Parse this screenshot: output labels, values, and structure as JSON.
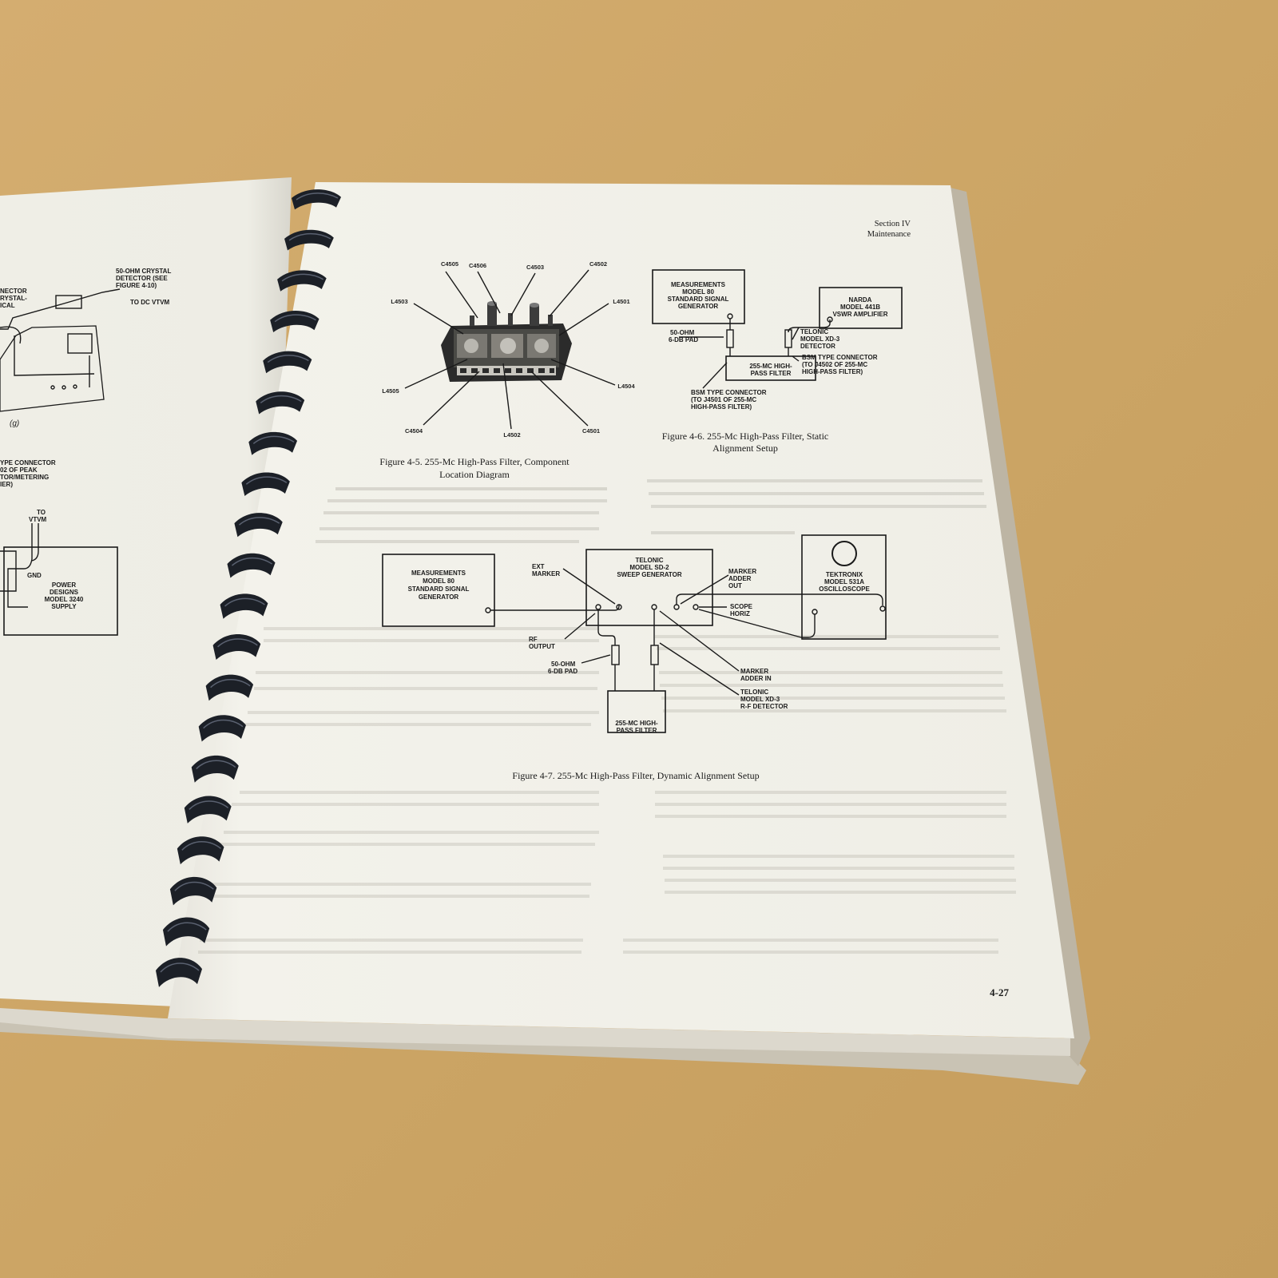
{
  "scene": {
    "table_color": "#cfa768",
    "page_color": "#f2f1ea",
    "binding_color": "#1c2027"
  },
  "header": {
    "section": "Section IV",
    "title": "Maintenance"
  },
  "page_number": "4-27",
  "figure_4_5": {
    "caption_line1": "Figure 4-5. 255-Mc High-Pass Filter, Component",
    "caption_line2": "Location Diagram",
    "labels": {
      "c4505": "C4505",
      "c4506": "C4506",
      "c4503": "C4503",
      "c4502": "C4502",
      "l4503": "L4503",
      "l4501": "L4501",
      "l4505": "L4505",
      "l4504": "L4504",
      "c4504": "C4504",
      "l4502": "L4502",
      "c4501": "C4501"
    }
  },
  "figure_4_6": {
    "caption_line1": "Figure 4-6. 255-Mc High-Pass Filter, Static",
    "caption_line2": "Alignment Setup",
    "generator": [
      "MEASUREMENTS",
      "MODEL 80",
      "STANDARD SIGNAL",
      "GENERATOR"
    ],
    "amplifier": [
      "NARDA",
      "MODEL 441B",
      "VSWR AMPLIFIER"
    ],
    "pad": [
      "50-OHM",
      "6-DB PAD"
    ],
    "detector": [
      "TELONIC",
      "MODEL XD-3",
      "DETECTOR"
    ],
    "connector_right": [
      "BSM TYPE CONNECTOR",
      "(TO J4502 OF 255-MC",
      "HIGH-PASS FILTER)"
    ],
    "filter": [
      "255-MC HIGH-",
      "PASS FILTER"
    ],
    "connector_left": [
      "BSM TYPE CONNECTOR",
      "(TO J4501 OF 255-MC",
      "HIGH-PASS FILTER)"
    ]
  },
  "figure_4_7": {
    "caption": "Figure 4-7. 255-Mc High-Pass Filter, Dynamic Alignment Setup",
    "generator": [
      "MEASUREMENTS",
      "MODEL 80",
      "STANDARD SIGNAL",
      "GENERATOR"
    ],
    "sweeper": [
      "TELONIC",
      "MODEL SD-2",
      "SWEEP GENERATOR"
    ],
    "scope": [
      "TEKTRONIX",
      "MODEL 531A",
      "OSCILLOSCOPE"
    ],
    "ext_marker": [
      "EXT",
      "MARKER"
    ],
    "marker_adder_out": [
      "MARKER",
      "ADDER",
      "OUT"
    ],
    "scope_horiz": [
      "SCOPE",
      "HORIZ"
    ],
    "rf_output": [
      "RF",
      "OUTPUT"
    ],
    "pad": [
      "50-OHM",
      "6-DB PAD"
    ],
    "marker_adder_in": [
      "MARKER",
      "ADDER IN"
    ],
    "detector": [
      "TELONIC",
      "MODEL XD-3",
      "R-F DETECTOR"
    ],
    "filter": [
      "255-MC HIGH-",
      "PASS FILTER"
    ]
  },
  "left_page": {
    "crystal": [
      "50-OHM CRYSTAL",
      "DETECTOR (SEE",
      "FIGURE 4-10)"
    ],
    "to_dc_vtvm": "TO DC VTVM",
    "connector_partial": [
      "NECTOR",
      "RYSTAL-",
      "ICAL"
    ],
    "sub_label": "(g)",
    "type_connector": [
      "YPE CONNECTOR",
      "02 OF PEAK",
      "TOR/METERING",
      "IER)"
    ],
    "to": "TO",
    "vtvm": "VTVM",
    "gnd": "GND",
    "supply": [
      "POWER",
      "DESIGNS",
      "MODEL 3240",
      "SUPPLY"
    ]
  }
}
